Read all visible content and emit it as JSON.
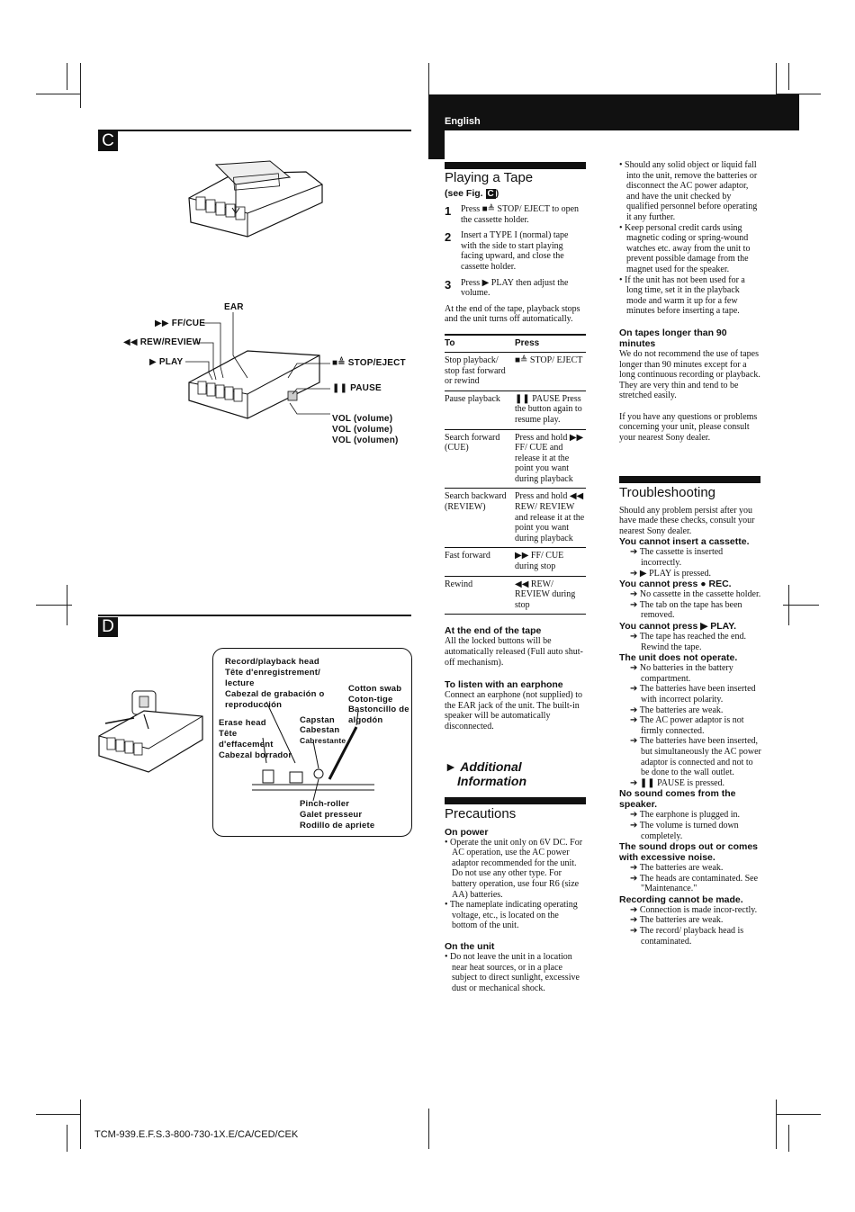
{
  "header": {
    "language": "English"
  },
  "figures": {
    "c_letter": "C",
    "d_letter": "D",
    "c_labels": {
      "ear": "EAR",
      "ff_cue": "▶▶ FF/CUE",
      "rew_review": "◀◀ REW/REVIEW",
      "play": "▶ PLAY",
      "stop_eject": "■≜ STOP/EJECT",
      "pause": "❚❚ PAUSE",
      "vol1": "VOL (volume)",
      "vol2": "VOL (volume)",
      "vol3": "VOL (volumen)"
    },
    "d_labels": {
      "rec_head_1": "Record/playback head",
      "rec_head_2": "Tête d'enregistrement/",
      "rec_head_3": "lecture",
      "rec_head_4": "Cabezal de grabación o",
      "rec_head_5": "reproducción",
      "erase_1": "Erase head",
      "erase_2": "Tête",
      "erase_3": "d'effacement",
      "erase_4": "Cabezal borrador",
      "capstan_1": "Capstan",
      "capstan_2": "Cabestan",
      "capstan_3": "Cabrestante",
      "cotton_1": "Cotton swab",
      "cotton_2": "Coton-tige",
      "cotton_3": "Bastoncillo de",
      "cotton_4": "algodón",
      "pinch_1": "Pinch-roller",
      "pinch_2": "Galet presseur",
      "pinch_3": "Rodillo de apriete"
    }
  },
  "col1": {
    "title": "Playing a Tape",
    "see_fig": "(see Fig.",
    "see_fig_letter": "C",
    "see_fig_close": ")",
    "steps": [
      {
        "num": "1",
        "text": "Press ■≜ STOP/ EJECT to open the cassette holder."
      },
      {
        "num": "2",
        "text": "Insert a  TYPE I (normal) tape with the side to start playing facing upward, and close the cassette holder."
      },
      {
        "num": "3",
        "text": "Press ▶ PLAY then adjust the volume."
      }
    ],
    "end_note": "At the end of the tape, playback stops and the unit turns off automatically.",
    "table": {
      "head_to": "To",
      "head_press": "Press",
      "rows": [
        {
          "to": "Stop playback/ stop fast forward or rewind",
          "press": "■≜ STOP/ EJECT"
        },
        {
          "to": "Pause playback",
          "press": "❚❚ PAUSE Press the button again to resume play."
        },
        {
          "to": "Search forward (CUE)",
          "press": "Press and hold ▶▶ FF/ CUE and release it at the point you want during playback"
        },
        {
          "to": "Search backward (REVIEW)",
          "press": "Press and hold ◀◀ REW/ REVIEW and release it at the point you want during playback"
        },
        {
          "to": "Fast forward",
          "press": "▶▶ FF/ CUE during stop"
        },
        {
          "to": "Rewind",
          "press": "◀◀ REW/ REVIEW during stop"
        }
      ]
    },
    "end_tape_h": "At the end of the tape",
    "end_tape_p": "All the locked buttons will be automatically released (Full auto shut-off mechanism).",
    "earphone_h": "To listen with an earphone",
    "earphone_p": "Connect an earphone (not supplied) to the EAR jack of the unit. The built-in speaker will be automatically disconnected.",
    "additional_1": "► Additional",
    "additional_2": "Information",
    "precautions": "Precautions",
    "on_power_h": "On power",
    "on_power_items": [
      "• Operate the unit only on 6V DC. For AC operation, use the AC power adaptor recommended for the unit. Do not use any other type. For battery operation, use four R6 (size AA) batteries.",
      "• The nameplate indicating operating voltage, etc., is located on the bottom of the unit."
    ],
    "on_unit_h": "On the unit",
    "on_unit_items": [
      "• Do not leave the unit in a location near heat sources, or in a place subject to direct sunlight, excessive dust or mechanical shock."
    ]
  },
  "col2": {
    "items": [
      "• Should any solid object or liquid fall into the unit, remove the batteries or disconnect the AC power adaptor, and have the unit checked by qualified personnel before operating it any further.",
      "• Keep personal credit cards using magnetic coding or spring-wound watches etc. away from the unit to prevent possible damage from the magnet used for the speaker.",
      "• If the unit has not been used for a long time, set it in the playback mode and warm it up for a few minutes before inserting a tape."
    ],
    "long_tapes_h": "On tapes longer than 90 minutes",
    "long_tapes_p": "We do not recommend the use of tapes longer than 90 minutes except for a long continuous recording or playback. They are very thin and tend to be stretched easily.",
    "questions_p": "If you have any questions or problems concerning your unit, please consult your nearest Sony dealer.",
    "trouble_title": "Troubleshooting",
    "trouble_intro": "Should any problem persist after you have made these checks, consult your nearest Sony dealer.",
    "problems": [
      {
        "h": "You cannot insert a cassette.",
        "causes": [
          "➔ The cassette is inserted incorrectly.",
          "➔ ▶ PLAY is pressed."
        ]
      },
      {
        "h": "You cannot press ● REC.",
        "causes": [
          "➔ No cassette in the cassette holder.",
          "➔ The tab on the tape has been removed."
        ]
      },
      {
        "h": "You cannot press ▶ PLAY.",
        "causes": [
          "➔ The tape has reached the end. Rewind the tape."
        ]
      },
      {
        "h": "The unit does not operate.",
        "causes": [
          "➔ No batteries in the battery compartment.",
          "➔ The batteries have been inserted with incorrect polarity.",
          "➔ The batteries are weak.",
          "➔ The AC power adaptor is not firmly connected.",
          "➔ The batteries have been inserted, but simultaneously the AC power adaptor is connected and not to be done to the wall outlet.",
          "➔ ❚❚ PAUSE is pressed."
        ]
      },
      {
        "h": "No sound comes from the speaker.",
        "causes": [
          "➔ The earphone is plugged in.",
          "➔ The volume is turned down completely."
        ]
      },
      {
        "h": "The sound drops out or comes with excessive noise.",
        "causes": [
          "➔ The batteries are weak.",
          "➔ The heads are contaminated. See \"Maintenance.\""
        ]
      },
      {
        "h": "Recording cannot be made.",
        "causes": [
          "➔ Connection is made incor-rectly.",
          "➔ The batteries are weak.",
          "➔ The record/ playback head is contaminated."
        ]
      }
    ]
  },
  "footer": {
    "code": "TCM-939.E.F.S.3-800-730-1X.E/CA/CED/CEK"
  }
}
